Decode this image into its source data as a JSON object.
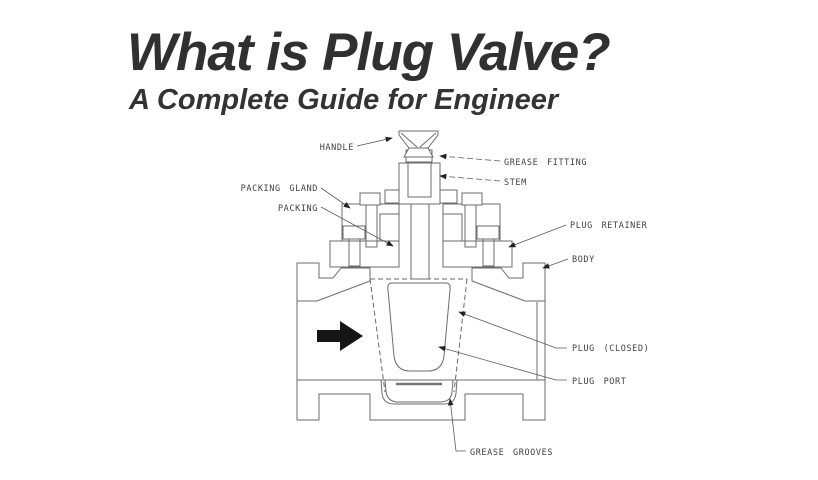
{
  "title": "What is Plug Valve?",
  "subtitle": "A Complete Guide for Engineer",
  "diagram": {
    "name": "plug-valve-cross-section",
    "flow_direction": "right",
    "labels": {
      "handle": "HANDLE",
      "grease_fitting": "GREASE FITTING",
      "stem": "STEM",
      "packing_gland": "PACKING GLAND",
      "packing": "PACKING",
      "plug_retainer": "PLUG RETAINER",
      "body": "BODY",
      "plug_closed": "PLUG (CLOSED)",
      "plug_port": "PLUG PORT",
      "grease_grooves": "GREASE GROOVES"
    },
    "colors": {
      "drawing_line": "#6b6b6b",
      "label_text": "#414141",
      "title_text": "#303030",
      "flow_arrow": "#151515",
      "background": "#ffffff"
    }
  }
}
